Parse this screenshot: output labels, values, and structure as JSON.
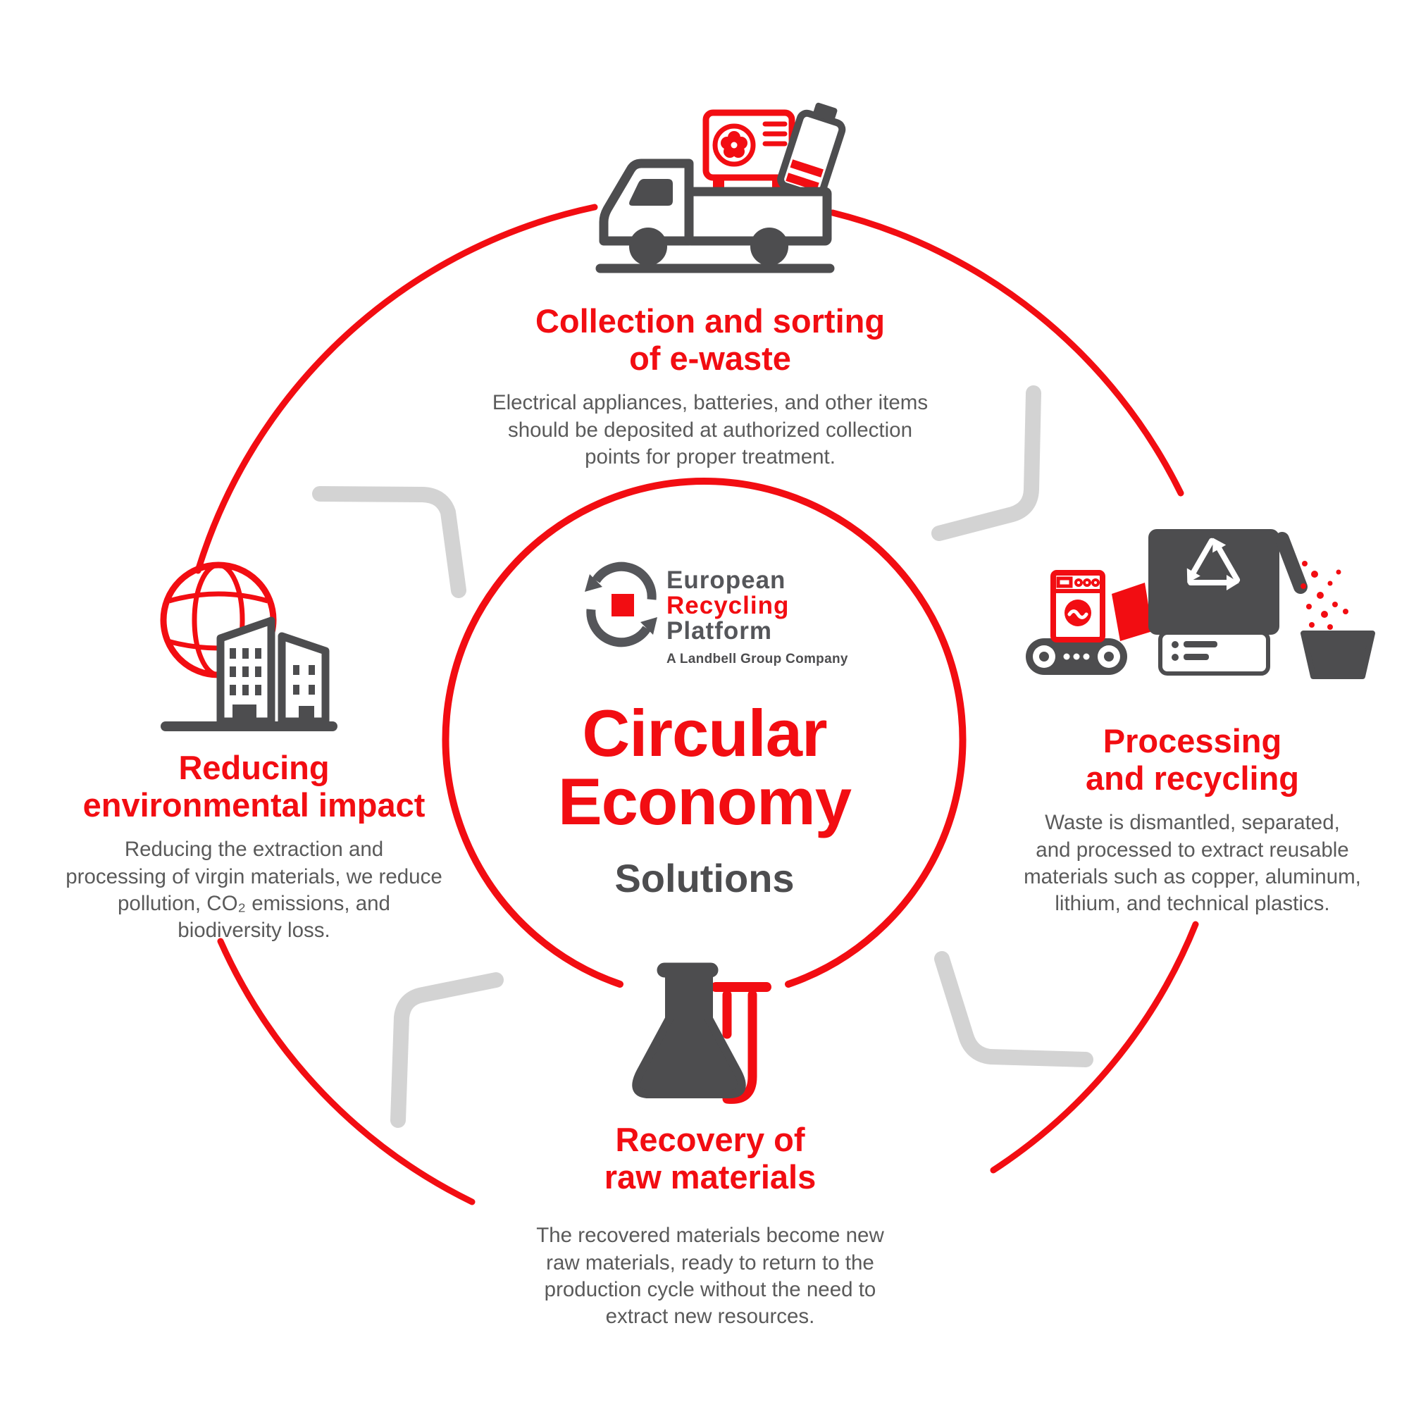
{
  "page": {
    "title": "Circular Economy Solutions infographic"
  },
  "colors": {
    "red": "#f20d12",
    "dark_gray": "#4d4d4f",
    "body_gray": "#5a5a5a",
    "light_gray": "#d3d3d3"
  },
  "center": {
    "logo": {
      "line1": "European",
      "line2": "Recycling",
      "line3": "Platform",
      "tagline": "A Landbell Group Company"
    },
    "title": "Circular\nEconomy",
    "subtitle": "Solutions"
  },
  "sections": {
    "top": {
      "title": "Collection and sorting\nof e-waste",
      "body": "Electrical appliances, batteries, and other items\nshould be deposited at authorized collection\npoints for proper treatment."
    },
    "right": {
      "title": "Processing\nand recycling",
      "body": "Waste is dismantled, separated,\nand processed to extract reusable\nmaterials such as copper, aluminum,\nlithium, and technical plastics."
    },
    "bottom": {
      "title": "Recovery of\nraw materials",
      "body": "The recovered materials become new\nraw materials, ready to return to the\nproduction cycle without the need to\nextract new resources."
    },
    "left": {
      "title": "Reducing\nenvironmental impact",
      "body": "Reducing the extraction and\nprocessing of virgin materials, we reduce\npollution, CO₂ emissions, and\nbiodiversity loss."
    }
  },
  "icons": {
    "truck": "delivery-truck-with-e-waste",
    "ac_unit": "air-conditioner",
    "battery": "battery",
    "machine": "recycling-shredder-with-conveyor",
    "recycle_symbol": "recycling-arrows",
    "globe_buildings": "globe-and-buildings",
    "flask": "laboratory-flask-and-test-tube",
    "logo_mark": "erp-circular-arrows"
  }
}
